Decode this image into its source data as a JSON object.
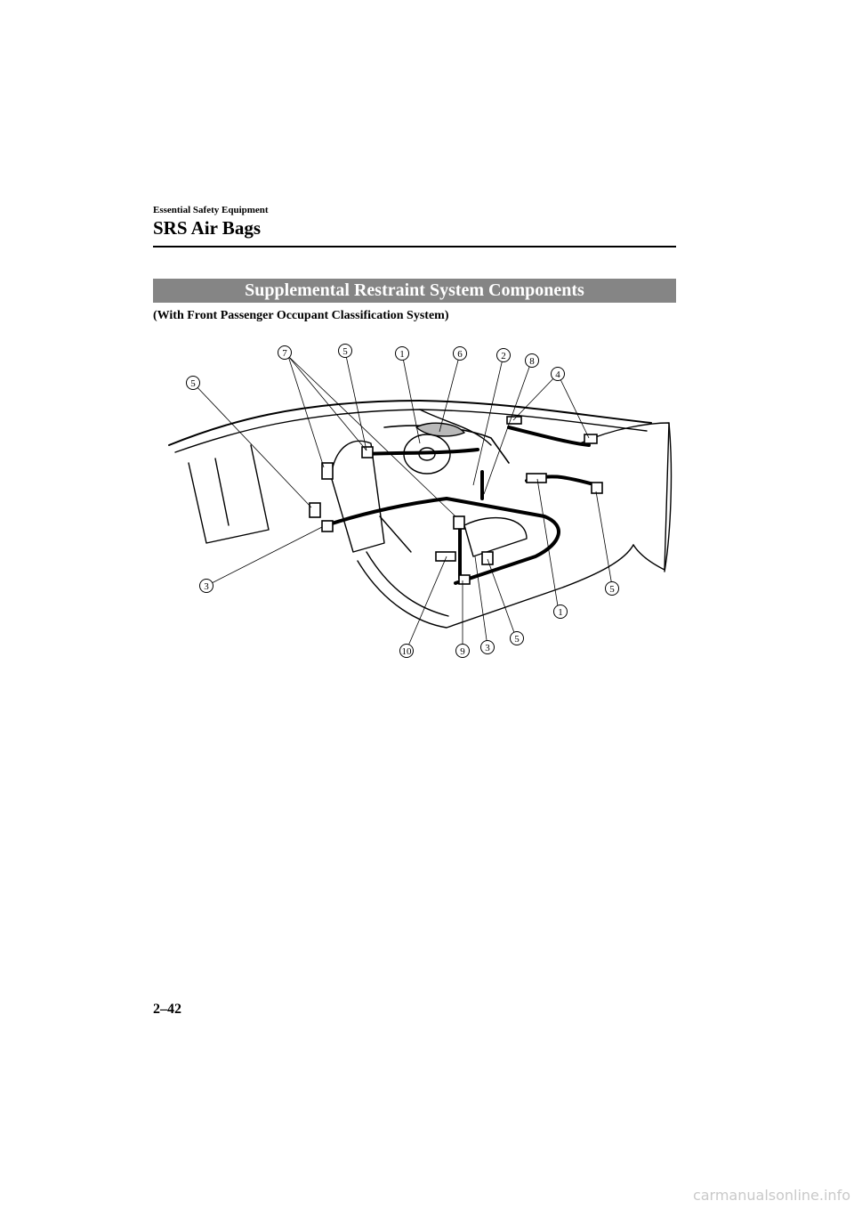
{
  "header": {
    "section": "Essential Safety Equipment",
    "chapter": "SRS Air Bags"
  },
  "banner": "Supplemental Restraint System Components",
  "subheading": "(With Front Passenger Occupant Classification System)",
  "figure": {
    "callouts": [
      "7",
      "5",
      "1",
      "6",
      "2",
      "8",
      "4",
      "5",
      "3",
      "5",
      "1",
      "10",
      "9",
      "3",
      "5"
    ]
  },
  "footer": {
    "page_number": "2–42",
    "watermark": "carmanualsonline.info"
  }
}
